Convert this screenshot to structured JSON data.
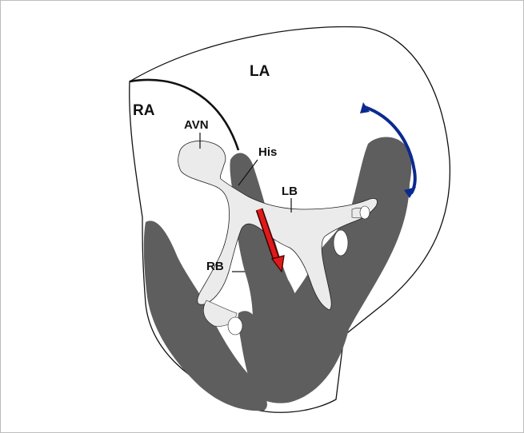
{
  "labels": {
    "la": "LA",
    "ra": "RA",
    "avn": "AVN",
    "his": "His",
    "lb": "LB",
    "rb": "RB"
  },
  "colors": {
    "background": "#ffffff",
    "frame_border": "#bdbdbd",
    "outline": "#111111",
    "myocardium": "#5e5e5e",
    "conduction": "#ebebeb",
    "red_arrow": "#e01a1a",
    "blue_arrow": "#0b2a8f"
  }
}
